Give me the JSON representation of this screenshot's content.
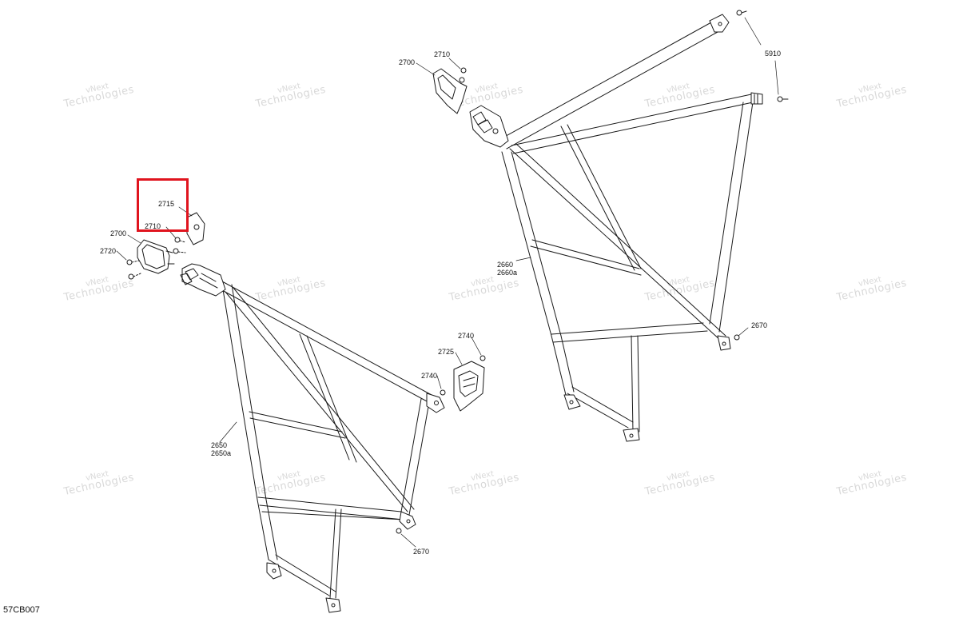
{
  "figure_code": "57CB007",
  "watermark": {
    "line1": "vNext",
    "line2": "Technologies"
  },
  "callouts": {
    "c2715": "2715",
    "c2710_left": "2710",
    "c2700_left": "2700",
    "c2720": "2720",
    "c2740_top": "2740",
    "c2725": "2725",
    "c2740_mid": "2740",
    "c2650": "2650",
    "c2650a": "2650a",
    "c2670_left": "2670",
    "c2710_right": "2710",
    "c2700_right": "2700",
    "c5910": "5910",
    "c2660": "2660",
    "c2660a": "2660a",
    "c2670_right": "2670"
  },
  "colors": {
    "highlight": "#e0141e",
    "line": "#1a1a1a",
    "watermark": "#d9d9d9"
  }
}
